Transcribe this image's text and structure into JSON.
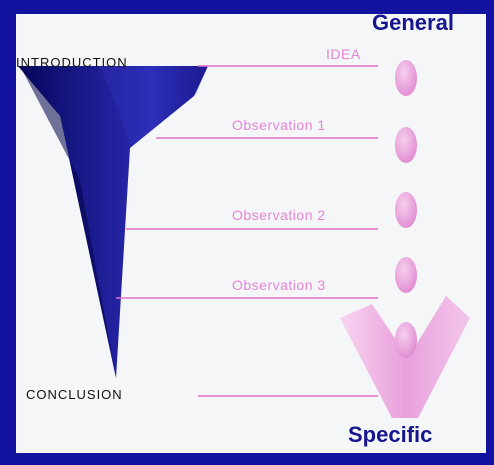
{
  "headings": {
    "top": "General",
    "bottom": "Specific"
  },
  "endpoints": {
    "start": "INTRODUCTION",
    "end": "CONCLUSION"
  },
  "stages": {
    "idea": "IDEA",
    "obs1": "Observation 1",
    "obs2": "Observation 2",
    "obs3": "Observation 3"
  },
  "colors": {
    "frame": "#12129e",
    "arrow": "#1a1a8c",
    "pink": "#e884d6",
    "heading": "#161690"
  }
}
